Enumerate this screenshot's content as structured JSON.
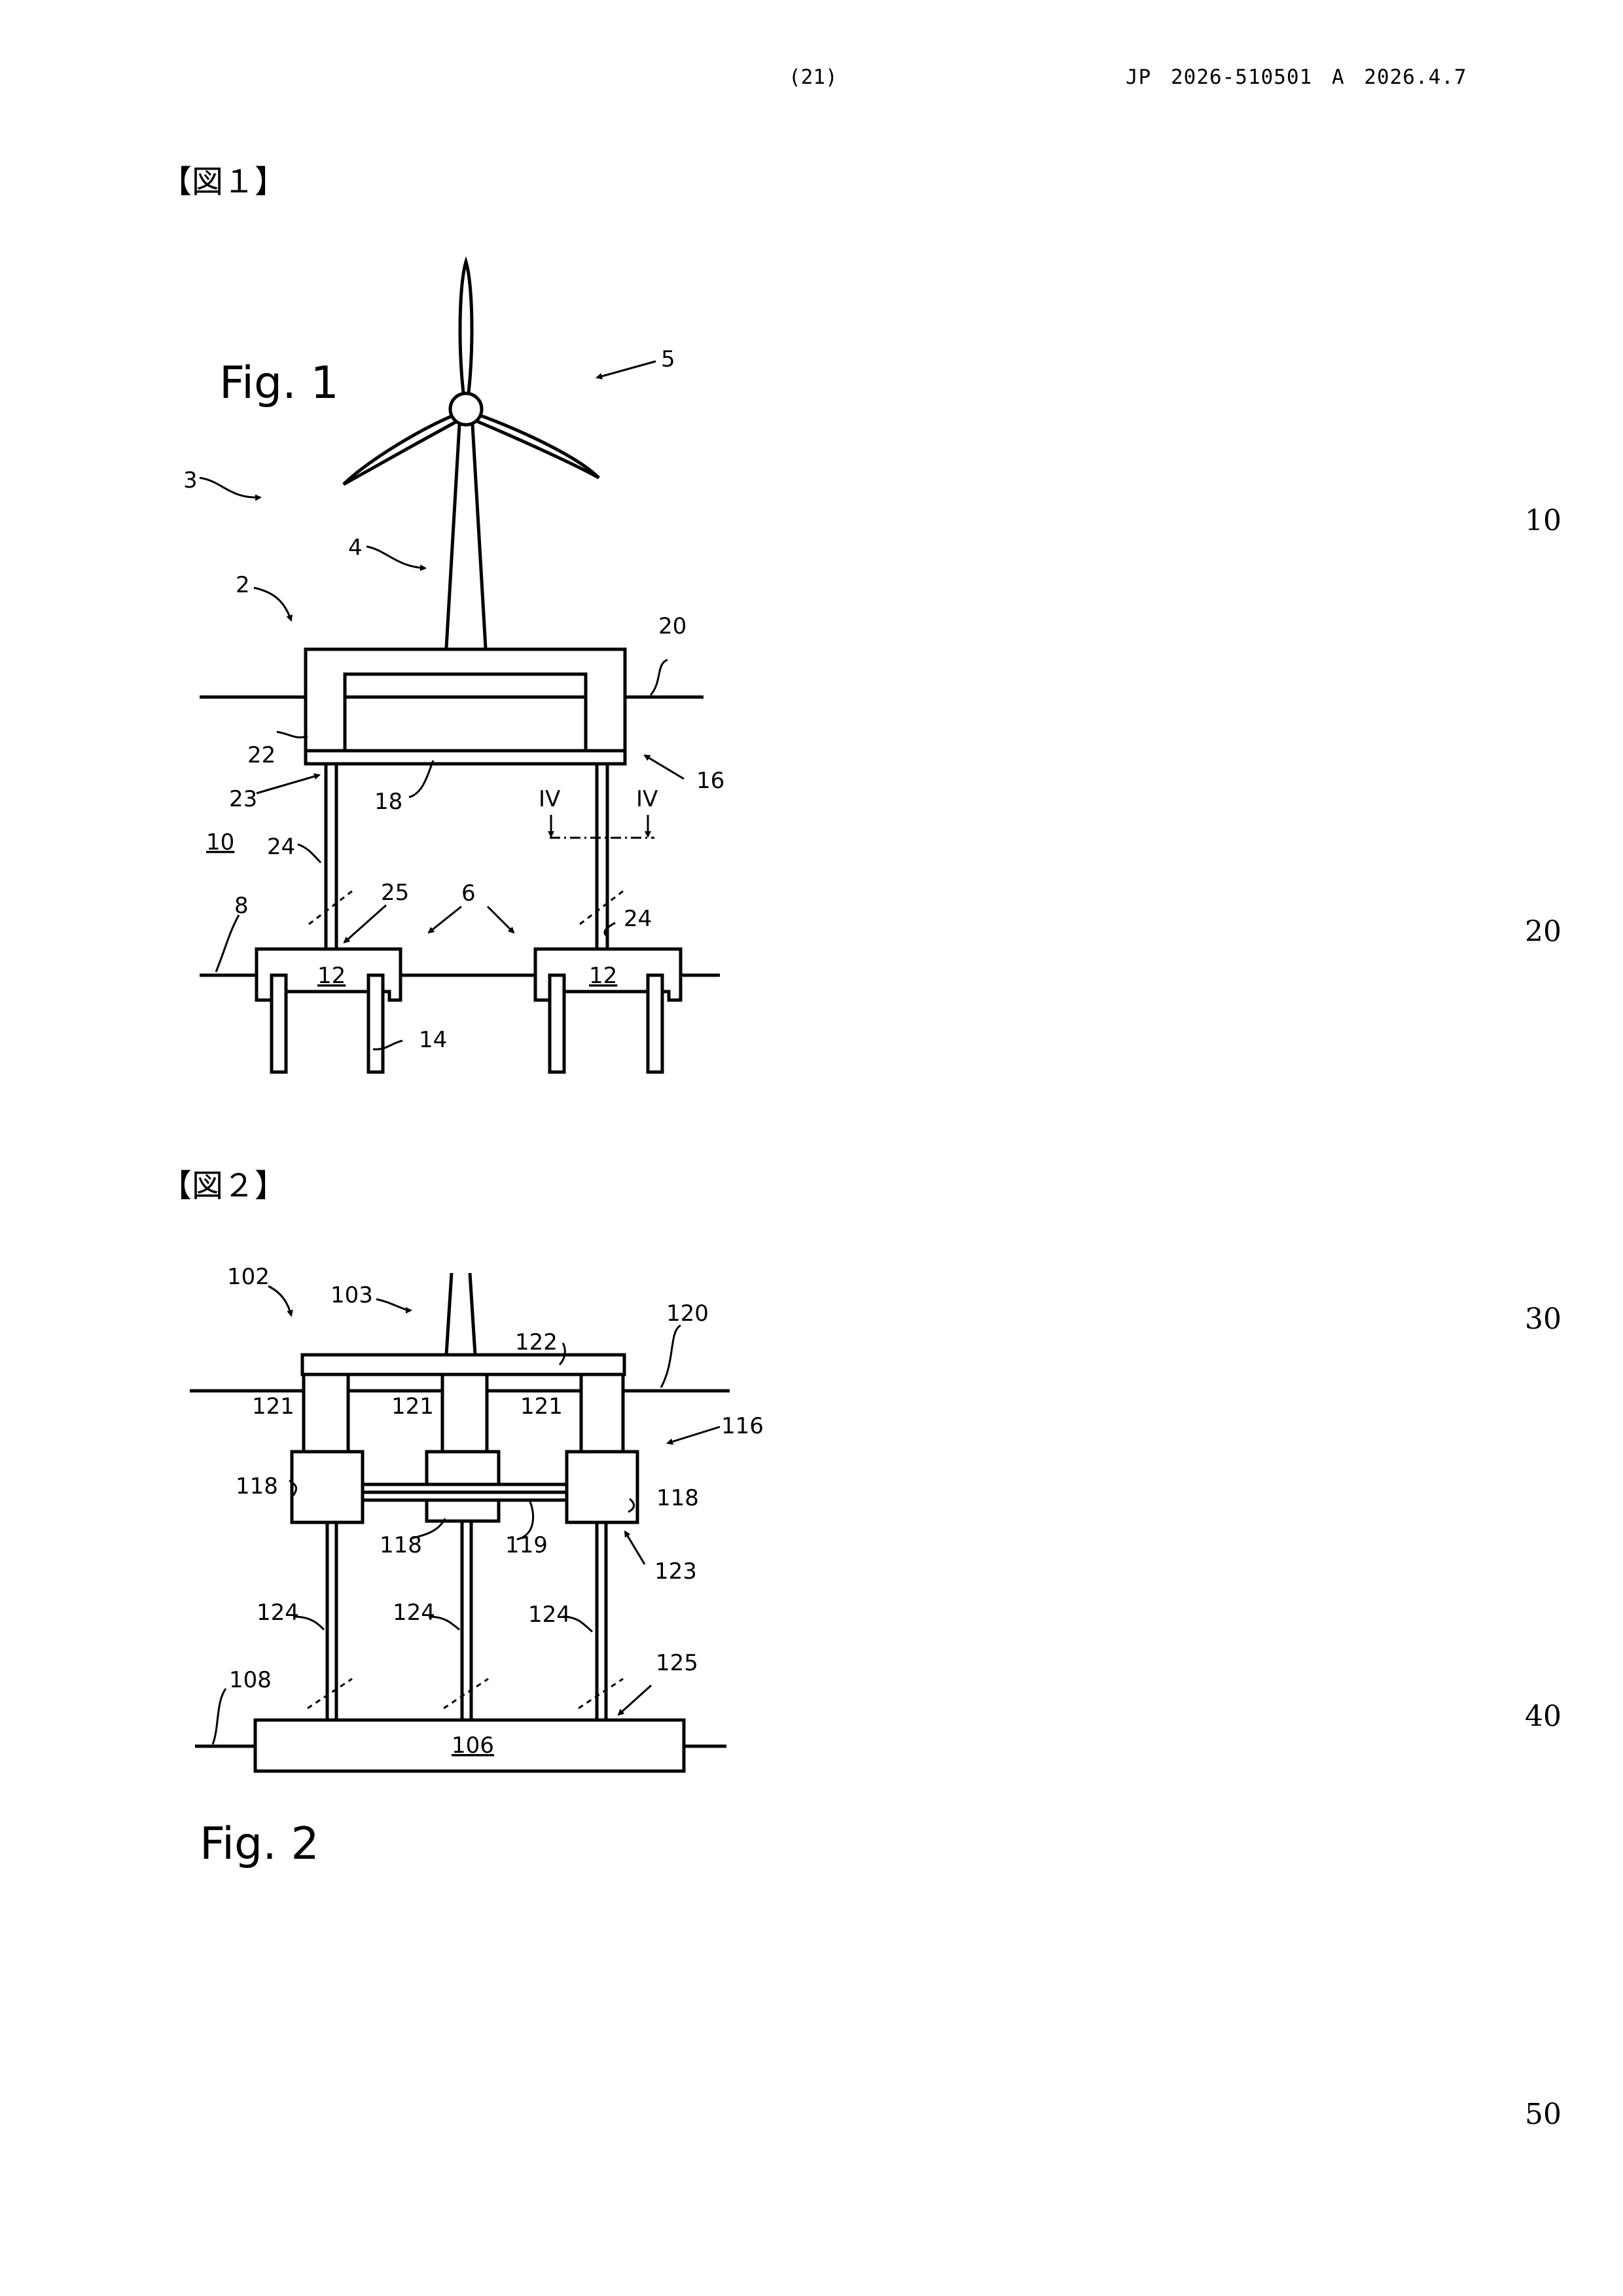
{
  "header": {
    "page_number": "(21)",
    "publication": "JP 2026-510501 A 2026.4.7"
  },
  "figure1": {
    "heading": "【図１】",
    "title": "Fig. 1",
    "labels": {
      "n2": "2",
      "n3": "3",
      "n4": "4",
      "n5": "5",
      "n6": "6",
      "n8": "8",
      "n10": "10",
      "n12a": "12",
      "n12b": "12",
      "n14": "14",
      "n16": "16",
      "n18": "18",
      "n20": "20",
      "n22": "22",
      "n23": "23",
      "n24a": "24",
      "n24b": "24",
      "n25": "25",
      "iv_left": "IV",
      "iv_right": "IV"
    }
  },
  "figure2": {
    "heading": "【図２】",
    "title": "Fig. 2",
    "labels": {
      "n102": "102",
      "n103": "103",
      "n106": "106",
      "n108": "108",
      "n116": "116",
      "n118a": "118",
      "n118b": "118",
      "n118c": "118",
      "n119": "119",
      "n120": "120",
      "n121a": "121",
      "n121b": "121",
      "n121c": "121",
      "n122": "122",
      "n123": "123",
      "n124a": "124",
      "n124b": "124",
      "n124c": "124",
      "n125": "125"
    }
  },
  "margin_numbers": [
    "10",
    "20",
    "30",
    "40",
    "50"
  ]
}
